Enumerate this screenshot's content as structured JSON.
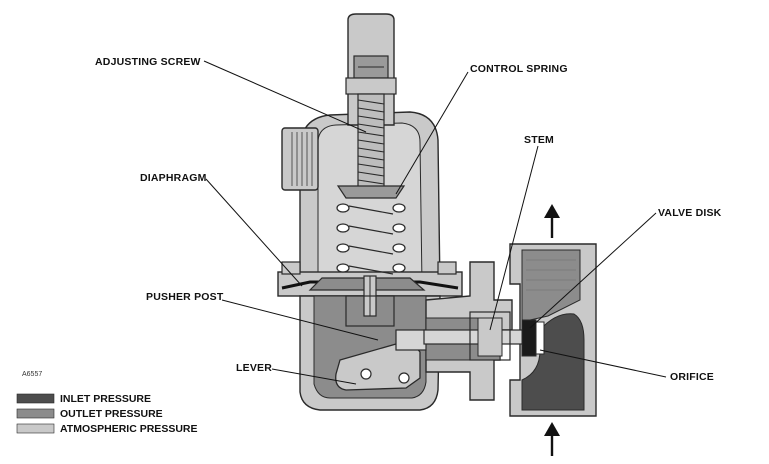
{
  "labels": {
    "adjusting_screw": "ADJUSTING SCREW",
    "control_spring": "CONTROL SPRING",
    "stem": "STEM",
    "diaphragm": "DIAPHRAGM",
    "valve_disk": "VALVE DISK",
    "pusher_post": "PUSHER POST",
    "lever": "LEVER",
    "orifice": "ORIFICE"
  },
  "figure_id": "A6557",
  "legend": [
    {
      "label": "INLET PRESSURE",
      "color": "#4d4d4d"
    },
    {
      "label": "OUTLET PRESSURE",
      "color": "#8c8c8c"
    },
    {
      "label": "ATMOSPHERIC PRESSURE",
      "color": "#c9c9c9"
    }
  ],
  "colors": {
    "inlet": "#4d4d4d",
    "outlet": "#8c8c8c",
    "atmospheric": "#c9c9c9",
    "outline": "#2a2a2a"
  }
}
